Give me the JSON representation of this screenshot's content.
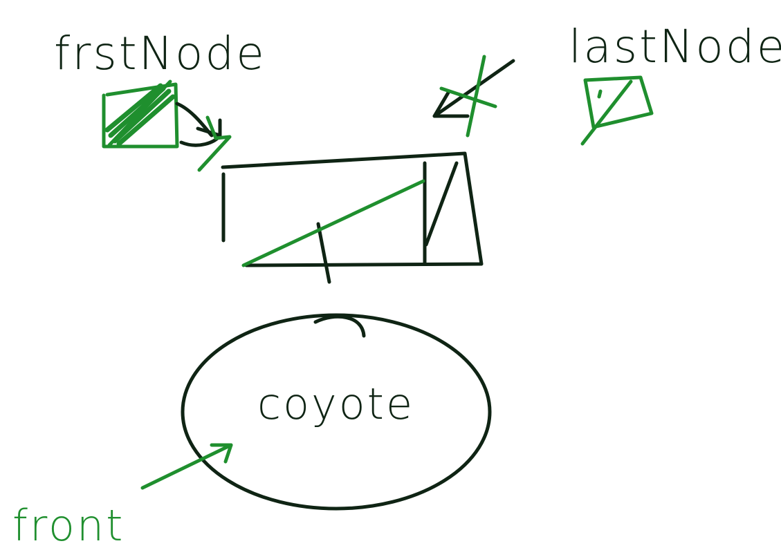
{
  "labels": {
    "first_node": "frstNode",
    "last_node": "lastNode",
    "node_data": "coyote",
    "front": "front"
  },
  "colors": {
    "background": "#ffffff",
    "dark_ink": "#0f2414",
    "green_ink": "#1f8f2e"
  }
}
